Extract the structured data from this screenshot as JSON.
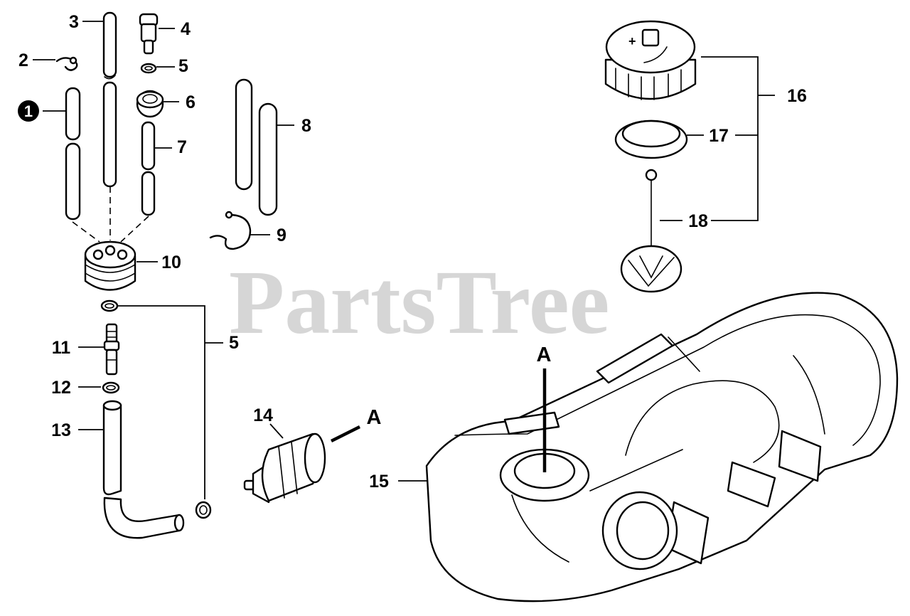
{
  "diagram": {
    "watermark": "PartsTree",
    "highlighted_item": "1",
    "callouts": {
      "c1": "1",
      "c2": "2",
      "c3": "3",
      "c4": "4",
      "c5a": "5",
      "c5b": "5",
      "c6": "6",
      "c7": "7",
      "c8": "8",
      "c9": "9",
      "c10": "10",
      "c11": "11",
      "c12": "12",
      "c13": "13",
      "c14": "14",
      "c15": "15",
      "c16": "16",
      "c17": "17",
      "c18": "18"
    },
    "connection_markers": {
      "filter_side": "A",
      "tank_side": "A"
    }
  }
}
